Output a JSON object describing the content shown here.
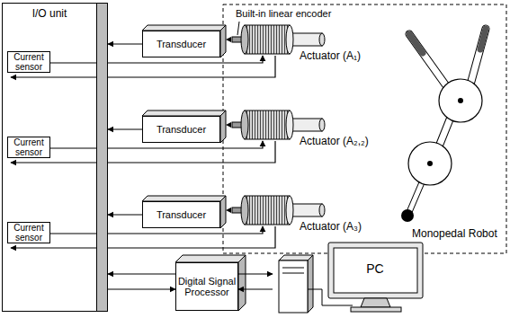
{
  "diagram": {
    "nodes": [
      {
        "text": [
          "I/O unit"
        ]
      },
      {
        "text": [
          "Current sensor"
        ],
        "in": 0
      },
      {
        "text": [
          "Transducer"
        ]
      },
      {
        "text": [
          "Current sensor"
        ],
        "in": 0
      },
      {
        "text": [
          "Transducer"
        ]
      },
      {
        "text": [
          "Current sensor"
        ],
        "in": 0
      },
      {
        "text": [
          "Transducer"
        ]
      },
      {
        "text": [
          "Digital Signal Processor"
        ]
      },
      {
        "text": [
          "PC"
        ]
      }
    ],
    "edges": [
      {
        "from": 2,
        "to": 0,
        "arrow": "to"
      },
      {
        "from": 4,
        "to": 0,
        "arrow": "to"
      },
      {
        "from": 6,
        "to": 0,
        "arrow": "to"
      },
      {
        "from": 7,
        "to": 0,
        "arrow": "to"
      },
      {
        "from": 0,
        "to": 7,
        "arrow": "to"
      },
      {
        "from": 7,
        "to": 8,
        "arrow": "to"
      },
      {
        "from": 8,
        "to": 7,
        "arrow": "to"
      }
    ],
    "labels": [
      "Built-in linear encoder",
      "Actuator (A₁)",
      "Actuator (A₂,₂)",
      "Actuator (A₃)",
      "Monopedal Robot"
    ]
  }
}
